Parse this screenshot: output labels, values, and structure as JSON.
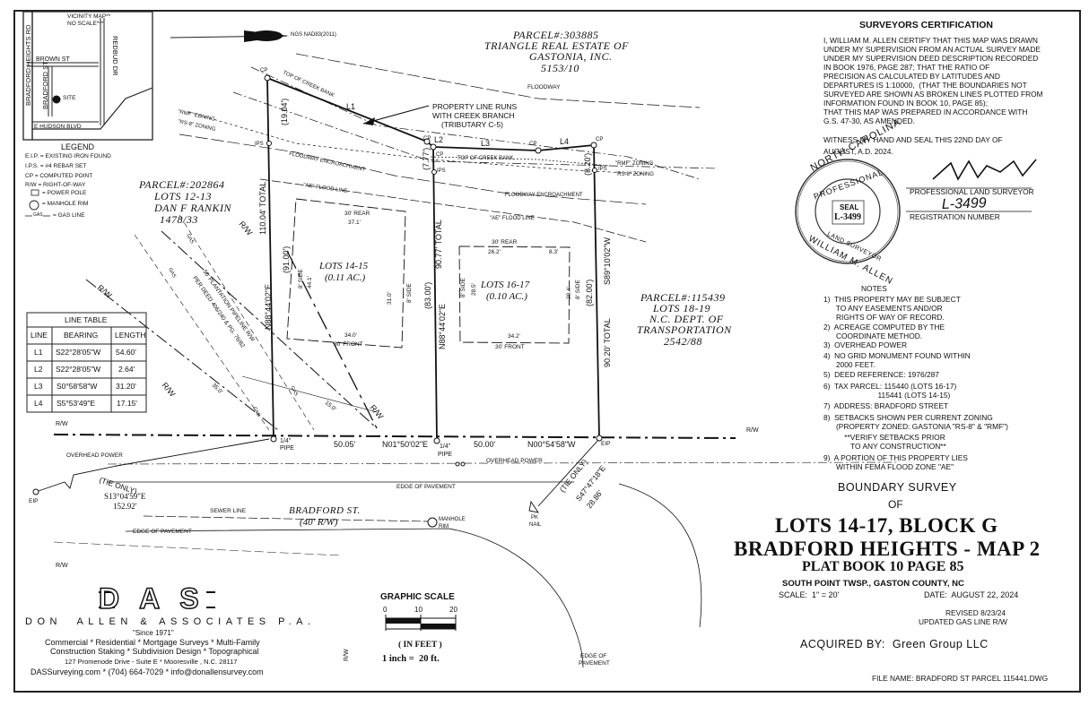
{
  "vicinity": {
    "title": "VICINITY MAP**",
    "subtitle": "NO SCALE***",
    "roads": {
      "bradford_heights_rd": "BRADFORD HEIGHTS RD",
      "brown_st": "BROWN ST",
      "bradford_st": "BRADFORD ST",
      "redbud_dr": "REDBUD DR",
      "hudson": "E HUDSON BLVD"
    },
    "site": "SITE"
  },
  "legend": {
    "title": "LEGEND",
    "items": [
      "E.I.P. = EXISTING IRON FOUND",
      "I.P.S. = #4 REBAR SET",
      "CP = COMPUTED POINT",
      "R/W = RIGHT-OF-WAY",
      "= POWER POLE",
      "= MANHOLE RIM",
      "= GAS LINE"
    ],
    "gas_symbol": "GAS"
  },
  "north_arrow": "NGS NAD83(2011)",
  "parcels": {
    "north": [
      "PARCEL#:303885",
      "TRIANGLE REAL ESTATE OF",
      "GASTONIA, INC.",
      "5153/10"
    ],
    "west": [
      "PARCEL#:202864",
      "LOTS 12-13",
      "DAN F RANKIN",
      "1478/33"
    ],
    "east": [
      "PARCEL#:115439",
      "LOTS 18-19",
      "N.C. DEPT. OF",
      "TRANSPORTATION",
      "2542/88"
    ]
  },
  "plat": {
    "top_of_creek_bank": "TOP OF CREEK BANK",
    "floodway": "FLOODWAY",
    "floodway_encroachment": "FLOODWAY ENCROACHMENT",
    "ae_flood_line": "\"AE\" FLOOD LINE",
    "rmf_zoning": "\"RMF\" ZONING",
    "rs8_zoning": "\"RS-8\" ZONING",
    "property_line_note": [
      "PROPERTY LINE RUNS",
      "WITH CREEK BRANCH",
      "(TRIBUTARY C-5)"
    ],
    "cp": "CP",
    "ips": "IPS",
    "eip": "EIP",
    "pipe": "1/4\"",
    "pipe_word": "PIPE",
    "lines": {
      "l1": "L1",
      "l2": "L2",
      "l3": "L3",
      "l4": "L4"
    },
    "lot_a": [
      "LOTS 14-15",
      "(0.11 AC.)"
    ],
    "lot_b": [
      "LOTS 16-17",
      "(0.10 AC.)"
    ],
    "rear_30": "30' REAR",
    "front_30": "30' FRONT",
    "side_8": "8' SIDE",
    "dims_a": {
      "rear": "37.1'",
      "front": "34.0'",
      "left": "44.1'",
      "right": "31.0'"
    },
    "dims_b": {
      "rear": "26.2'",
      "rear2": "8.3'",
      "front": "34.2'",
      "left": "28.5'",
      "right": "29.4'"
    },
    "west_line": {
      "total": "110.04' TOTAL",
      "seg1": "(19.04')",
      "seg2": "(91.00')",
      "bearing": "N88°44'02\"E"
    },
    "mid_line": {
      "total": "90.77' TOTAL",
      "seg1": "(7.77')",
      "seg2": "(83.00')",
      "bearing": "N88°44'02\"E"
    },
    "east_line": {
      "total": "90.20' TOTAL",
      "seg1": "(8.20')",
      "seg2": "(82.00')",
      "bearing": "S89°10'02\"W"
    },
    "south_left": "50.05'",
    "south_bearing": "N01°50'02\"E",
    "south_right": "50.00'",
    "south_bearing2": "N00°54'58\"W",
    "rw": "R/W",
    "overhead_power": "OVERHEAD POWER",
    "edge_of_pavement": "EDGE OF PAVEMENT",
    "sewer_line": "SEWER LINE",
    "street": [
      "BRADFORD ST.",
      "(40' R/W)"
    ],
    "manhole": [
      "MANHOLE",
      "RIM"
    ],
    "pk_nail": [
      "PK",
      "NAIL"
    ],
    "tie_left": [
      "(TIE ONLY)",
      "S13°04'59\"E",
      "152.92'"
    ],
    "tie_right": [
      "(TIE ONLY)",
      "S47°47'18\"E",
      "28.86'"
    ],
    "pipeline": [
      "50' PLANTATION PIPELINE R/W",
      "PER DEED 406/240 & PG. 76/82"
    ],
    "gas": "GAS",
    "dim_35": "35.0'",
    "dim_15": "15.0'",
    "edge_of_pavement_right": [
      "EDGE OF",
      "PAVEMENT"
    ]
  },
  "line_table": {
    "title": "LINE TABLE",
    "headers": [
      "LINE",
      "BEARING",
      "LENGTH"
    ],
    "rows": [
      [
        "L1",
        "S22°28'05\"W",
        "54.60'"
      ],
      [
        "L2",
        "S22°28'05\"W",
        "2.64'"
      ],
      [
        "L3",
        "S0°58'58\"W",
        "31.20'"
      ],
      [
        "L4",
        "S5°53'49\"E",
        "17.15'"
      ]
    ]
  },
  "company": {
    "logo": "DAS",
    "name": "DON  ALLEN & ASSOCIATES P.A.",
    "since": "\"Since 1971\"",
    "line1": "Commercial * Residential * Mortgage Surveys * Multi-Family",
    "line2": "Construction Staking * Subdivision Design * Topographical",
    "address": "127 Promenode Drive - Suite E * Mooresville , N.C. 28117",
    "contact": "DASSurveying.com * (704) 664-7029 * info@donallensurvey.com"
  },
  "graphic_scale": {
    "title": "GRAPHIC SCALE",
    "ticks": [
      "0",
      "10",
      "20"
    ],
    "units": "( IN FEET )",
    "ratio": "1 inch =  20 ft."
  },
  "certification": {
    "title": "SURVEYORS CERTIFICATION",
    "lines": [
      "I, WILLIAM M. ALLEN CERTIFY THAT THIS MAP WAS DRAWN",
      "UNDER MY SUPERVISION FROM AN ACTUAL SURVEY MADE",
      "UNDER MY SUPERVISION DEED DESCRIPTION RECORDED",
      "IN BOOK 1976, PAGE 287; THAT THE RATIO OF",
      "PRECISION AS CALCULATED BY LATITUDES AND",
      "DEPARTURES IS 1:10000,  (THAT THE BOUNDARIES NOT",
      "SURVEYED ARE SHOWN AS BROKEN LINES PLOTTED FROM",
      "INFORMATION FOUND IN BOOK 10, PAGE 85);",
      "THAT THIS MAP WAS PREPARED IN ACCORDANCE WITH",
      "G.S. 47-30, AS AMENDED."
    ],
    "witness": [
      "WITNESS MY HAND AND SEAL THIS 22ND DAY OF",
      "AUGUST, A.D. 2024."
    ],
    "pls_label": "PROFESSIONAL LAND SURVEYOR",
    "reg_label": "REGISTRATION NUMBER",
    "reg_number": "L-3499"
  },
  "seal": {
    "top": "NORTH CAROLINA",
    "left": "PROFESSIONAL",
    "center": [
      "SEAL",
      "L-3499"
    ],
    "inner": "LAND SURVEYOR",
    "bottom": "WILLIAM M. ALLEN"
  },
  "notes": {
    "title": "NOTES",
    "items": [
      "1)  THIS PROPERTY MAY BE SUBJECT",
      "      TO ANY EASEMENTS AND/OR",
      "      RIGHTS OF WAY OF RECORD.",
      "2)  ACREAGE COMPUTED BY THE",
      "      COORDINATE METHOD.",
      "3)  OVERHEAD POWER",
      "4)  NO GRID MONUMENT FOUND WITHIN",
      "      2000 FEET.",
      "5)  DEED REFERENCE: 1976/287",
      "6)  TAX PARCEL: 115440 (LOTS 16-17)",
      "                          115441 (LOTS 14-15)",
      "7)  ADDRESS: BRADFORD STREET",
      "8)  SETBACKS SHOWN PER CURRENT ZONING",
      "      (PROPERTY ZONED: GASTONIA \"RS-8\" & \"RMF\")",
      "          **VERIFY SETBACKS PRIOR",
      "             TO ANY CONSTRUCTION**",
      "9)  A PORTION OF THIS PROPERTY LIES",
      "      WITHIN FEMA FLOOD ZONE \"AE\""
    ]
  },
  "title_block": {
    "type": "BOUNDARY SURVEY",
    "of": "OF",
    "lots": "LOTS 14-17, BLOCK G",
    "subdivision": "BRADFORD HEIGHTS - MAP 2",
    "plat_book": "PLAT BOOK 10 PAGE 85",
    "location": "SOUTH POINT TWSP., GASTON COUNTY, NC",
    "scale": "SCALE:  1\" = 20'",
    "date": "DATE:  AUGUST 22, 2024",
    "revised": [
      "REVISED 8/23/24",
      "UPDATED GAS LINE R/W"
    ],
    "acquired": "ACQUIRED BY:  Green Group LLC",
    "file_name": "FILE NAME: BRADFORD ST PARCEL 115441.DWG"
  }
}
